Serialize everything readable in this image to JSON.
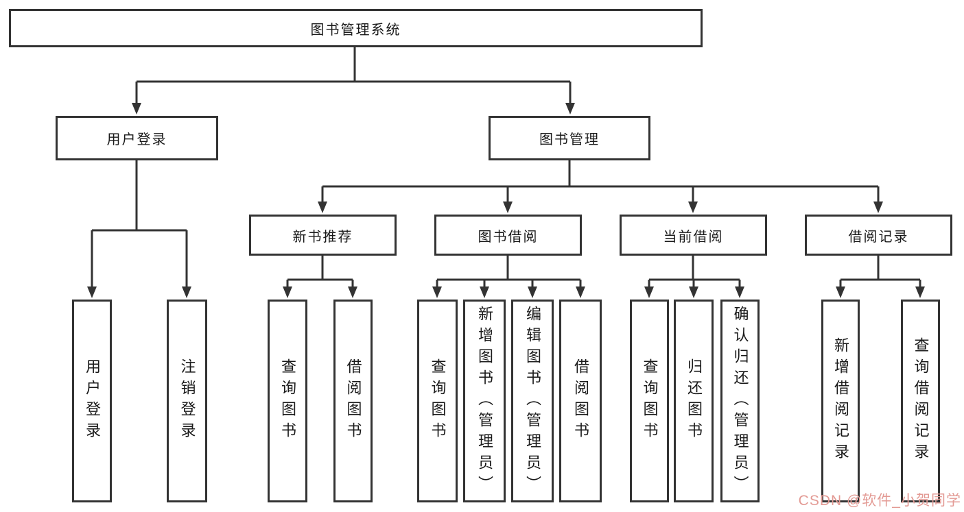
{
  "diagram": {
    "root": {
      "label": "图书管理系统"
    },
    "level2": [
      {
        "label": "用户登录"
      },
      {
        "label": "图书管理"
      }
    ],
    "level3": [
      {
        "label": "新书推荐"
      },
      {
        "label": "图书借阅"
      },
      {
        "label": "当前借阅"
      },
      {
        "label": "借阅记录"
      }
    ],
    "leaves": [
      {
        "label": "用户登录"
      },
      {
        "label": "注销登录"
      },
      {
        "label": "查询图书"
      },
      {
        "label": "借阅图书"
      },
      {
        "label": "查询图书"
      },
      {
        "label": "新增图书（管理员）"
      },
      {
        "label": "编辑图书（管理员）"
      },
      {
        "label": "借阅图书"
      },
      {
        "label": "查询图书"
      },
      {
        "label": "归还图书"
      },
      {
        "label": "确认归还（管理员）"
      },
      {
        "label": "新增借阅记录"
      },
      {
        "label": "查询借阅记录"
      }
    ],
    "watermark": {
      "text": "CSDN @软件_小贺同学"
    },
    "colors": {
      "line": "#333333",
      "box_bg": "#ffffff",
      "text": "#1a1a1a",
      "watermark": "#e39a94"
    }
  }
}
